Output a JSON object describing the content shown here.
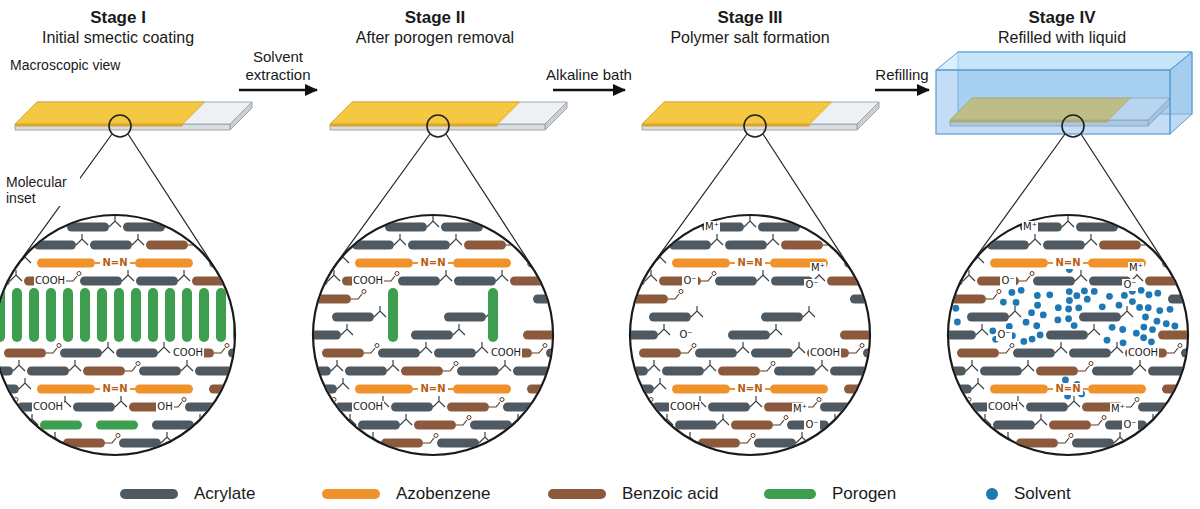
{
  "diagram": {
    "nodes": [
      {
        "text": [
          "Stage I",
          "Initial smectic coating"
        ]
      },
      {
        "text": [
          "Stage II",
          "After porogen removal"
        ]
      },
      {
        "text": [
          "Stage III",
          "Polymer salt formation"
        ]
      },
      {
        "text": [
          "Stage IV",
          "Refilled with liquid"
        ]
      }
    ],
    "edges": [
      {
        "from": 0,
        "to": 1,
        "label": "Solvent extraction",
        "arrow": "to"
      },
      {
        "from": 1,
        "to": 2,
        "label": "Alkaline bath",
        "arrow": "to"
      },
      {
        "from": 2,
        "to": 3,
        "label": "Refilling",
        "arrow": "to"
      }
    ],
    "labels": [
      "Macroscopic view",
      "Molecular inset",
      "COOH",
      "N=N",
      "COOH",
      "N=N",
      "COOH",
      "OH",
      "COOH",
      "N=N",
      "COOH",
      "N=N",
      "COOH",
      "M⁺",
      "N=N",
      "M⁺",
      "O⁻",
      "O⁻",
      "O⁻",
      "COOH",
      "N=N",
      "COOH",
      "M⁺",
      "O⁻",
      "M⁺",
      "N=N",
      "M⁺",
      "O⁻",
      "O⁻",
      "O⁻",
      "COOH",
      "N=N",
      "COOH",
      "M⁺",
      "O⁻",
      "N=N"
    ],
    "legend": [
      {
        "text": "Acrylate",
        "color": "#4f5961"
      },
      {
        "text": "Azobenzene",
        "color": "#f0922b"
      },
      {
        "text": "Benzoic acid",
        "color": "#8b5a3c"
      },
      {
        "text": "Porogen",
        "color": "#3e9e4f"
      },
      {
        "text": "Solvent",
        "color": "#1f78b4"
      }
    ]
  }
}
